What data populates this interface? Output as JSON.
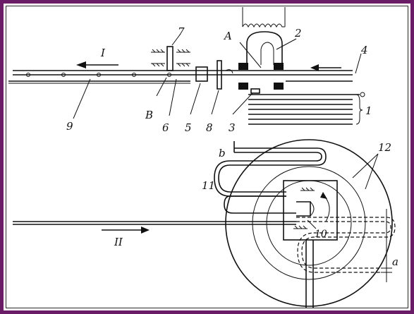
{
  "colors": {
    "frame": "#6a1d66",
    "ink": "#111111",
    "background": "#ffffff"
  },
  "labels": {
    "arrow_I": "I",
    "arrow_II": "II",
    "A": "A",
    "B": "B",
    "b": "b",
    "a": "a",
    "n1": "1",
    "n2": "2",
    "n3": "3",
    "n4": "4",
    "n5": "5",
    "n6": "6",
    "n7": "7",
    "n8": "8",
    "n9": "9",
    "n10": "10",
    "n11": "11",
    "n12": "12"
  }
}
